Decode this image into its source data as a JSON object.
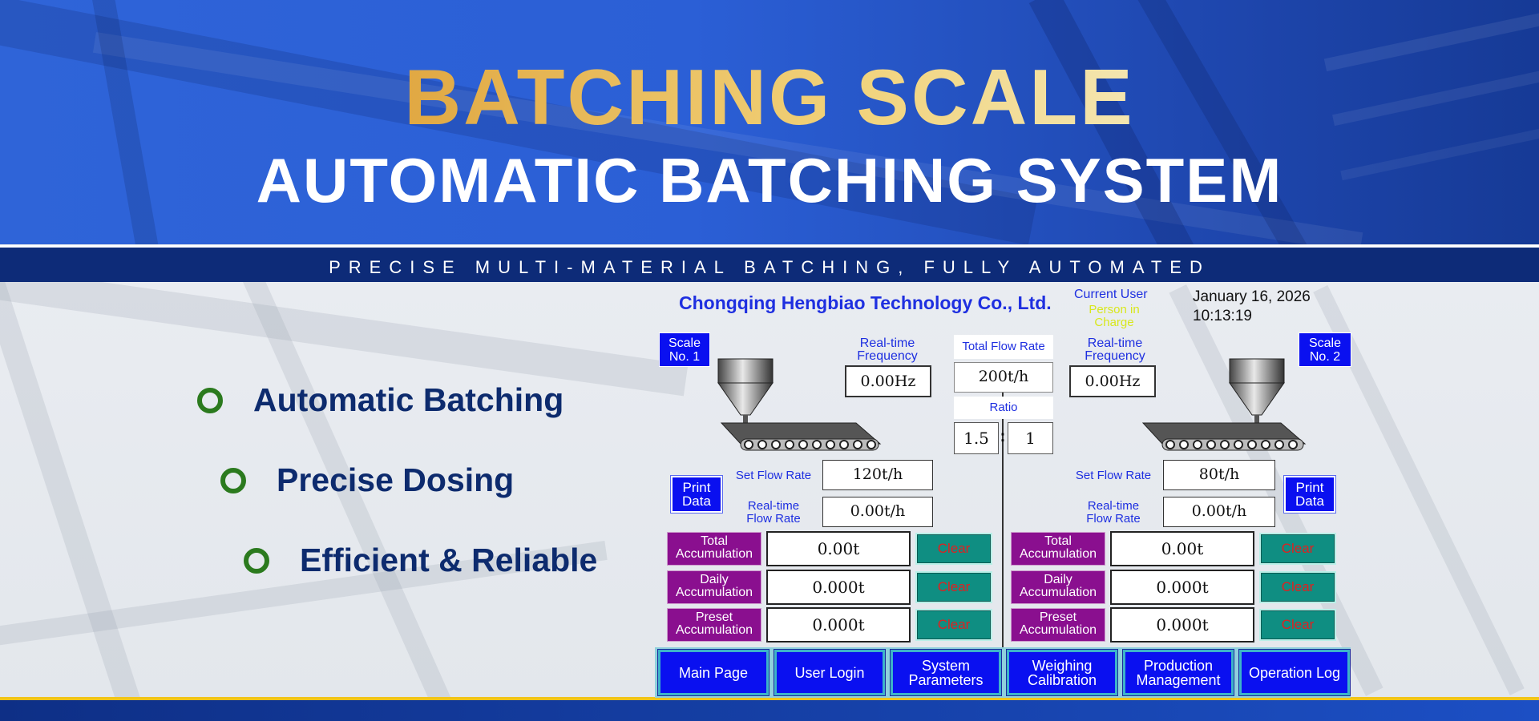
{
  "banner": {
    "title": "BATCHING SCALE",
    "subtitle": "AUTOMATIC BATCHING SYSTEM",
    "tagline": "PRECISE MULTI-MATERIAL BATCHING, FULLY AUTOMATED"
  },
  "features": [
    "Automatic Batching",
    "Precise Dosing",
    "Efficient & Reliable"
  ],
  "hmi": {
    "company": "Chongqing Hengbiao Technology Co., Ltd.",
    "current_user_label": "Current User",
    "current_user_value": "Person in Charge",
    "date": "January 16, 2026",
    "time": "10:13:19",
    "total_flow_rate_label": "Total Flow Rate",
    "total_flow_rate_value": "200t/h",
    "ratio_label": "Ratio",
    "ratio_left": "1.5",
    "ratio_colon": ":",
    "ratio_right": "1",
    "scale1": {
      "tag": "Scale No. 1",
      "freq_label": "Real-time Frequency",
      "freq_value": "0.00Hz",
      "set_flow_label": "Set Flow Rate",
      "set_flow_value": "120t/h",
      "rt_flow_label": "Real-time Flow Rate",
      "rt_flow_value": "0.00t/h",
      "print_label": "Print Data",
      "acc": [
        {
          "label": "Total Accumulation",
          "value": "0.00t",
          "clear": "Clear"
        },
        {
          "label": "Daily Accumulation",
          "value": "0.000t",
          "clear": "Clear"
        },
        {
          "label": "Preset Accumulation",
          "value": "0.000t",
          "clear": "Clear"
        }
      ]
    },
    "scale2": {
      "tag": "Scale No. 2",
      "freq_label": "Real-time Frequency",
      "freq_value": "0.00Hz",
      "set_flow_label": "Set Flow Rate",
      "set_flow_value": "80t/h",
      "rt_flow_label": "Real-time Flow Rate",
      "rt_flow_value": "0.00t/h",
      "print_label": "Print Data",
      "acc": [
        {
          "label": "Total Accumulation",
          "value": "0.00t",
          "clear": "Clear"
        },
        {
          "label": "Daily Accumulation",
          "value": "0.000t",
          "clear": "Clear"
        },
        {
          "label": "Preset Accumulation",
          "value": "0.000t",
          "clear": "Clear"
        }
      ]
    },
    "nav": [
      "Main Page",
      "User Login",
      "System Parameters",
      "Weighing Calibration",
      "Production Management",
      "Operation Log"
    ]
  },
  "colors": {
    "brand_blue": "#0a10f0",
    "accumulation_purple": "#8a0f8f",
    "clear_teal": "#0f8e82",
    "feature_ring_green": "#2b7a1e",
    "footer_accent_yellow": "#f0c419"
  }
}
